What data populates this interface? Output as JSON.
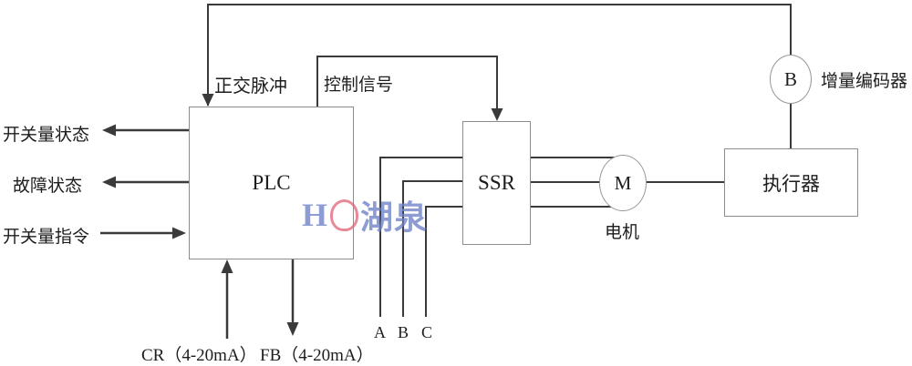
{
  "diagram": {
    "blocks": {
      "plc": "PLC",
      "ssr": "SSR",
      "motor_symbol": "M",
      "motor_label": "电机",
      "actuator": "执行器",
      "encoder_symbol": "B",
      "encoder_label": "增量编码器"
    },
    "signals": {
      "quadrature_pulse": "正交脉冲",
      "control_signal": "控制信号",
      "switch_status": "开关量状态",
      "fault_status": "故障状态",
      "switch_command": "开关量指令",
      "cr_input": "CR（4-20mA）",
      "fb_output": "FB（4-20mA）",
      "phase_a": "A",
      "phase_b": "B",
      "phase_c": "C"
    },
    "watermark": {
      "logo_letter": "H",
      "name": "湖泉",
      "blue": "#6e82c8",
      "red": "#e06a7a"
    },
    "colors": {
      "line": "#3a3a3a",
      "box_border": "#8c8c8c",
      "background": "#ffffff"
    }
  }
}
